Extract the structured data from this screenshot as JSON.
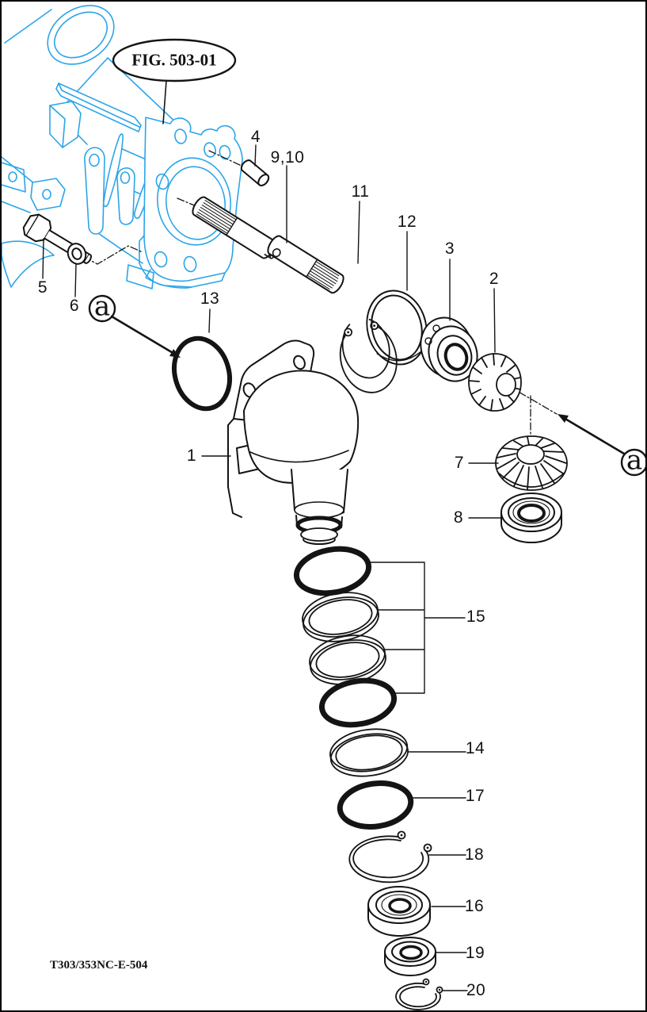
{
  "figure": {
    "title": "FIG. 503-01",
    "doc_code": "T303/353NC-E-504"
  },
  "view_markers": [
    {
      "letter": "a",
      "side": "left"
    },
    {
      "letter": "a",
      "side": "right"
    }
  ],
  "callouts": {
    "c1": "1",
    "c2": "2",
    "c3": "3",
    "c4": "4",
    "c5": "5",
    "c6": "6",
    "c7": "7",
    "c8": "8",
    "c9_10": "9,10",
    "c11": "11",
    "c12": "12",
    "c13": "13",
    "c14": "14",
    "c15": "15",
    "c16": "16",
    "c17": "17",
    "c18": "18",
    "c19": "19",
    "c20": "20"
  },
  "colors": {
    "housing_outline": "#2ba5e8",
    "part_ink": "#141414",
    "background": "#ffffff"
  }
}
